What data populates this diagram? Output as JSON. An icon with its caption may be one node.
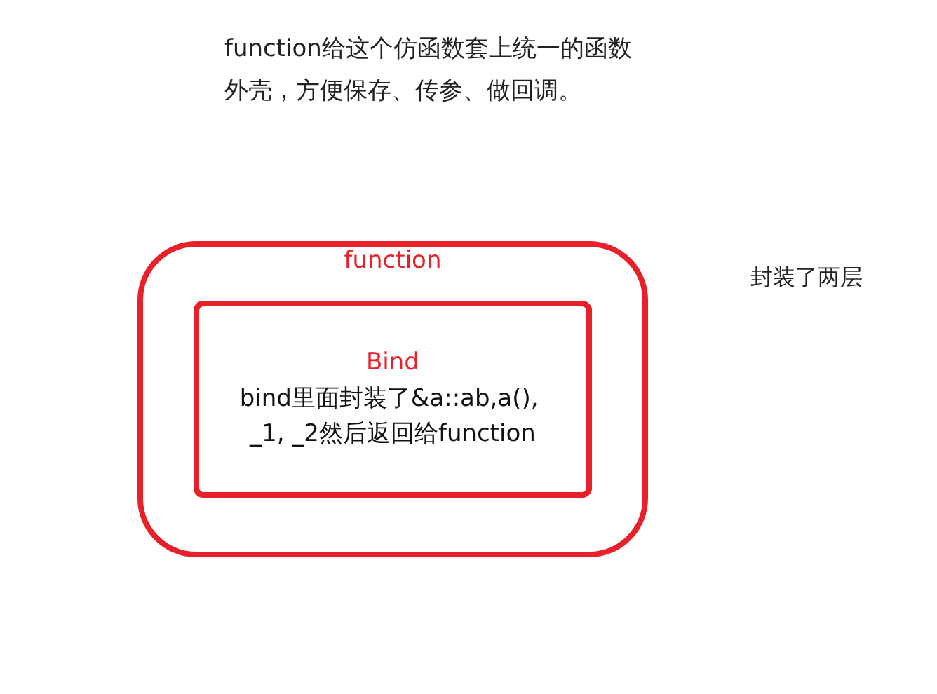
{
  "diagram": {
    "nodes": [
      {
        "text": [
          "function"
        ]
      },
      {
        "text": [
          "Bind",
          "bind里面封装了&a::ab,a(), _1, _2然后返回给function"
        ],
        "in": 0
      }
    ],
    "labels": [
      "function给这个仿函数套上统一的函数外壳，方便保存、传参、做回调。",
      "封装了两层"
    ]
  }
}
